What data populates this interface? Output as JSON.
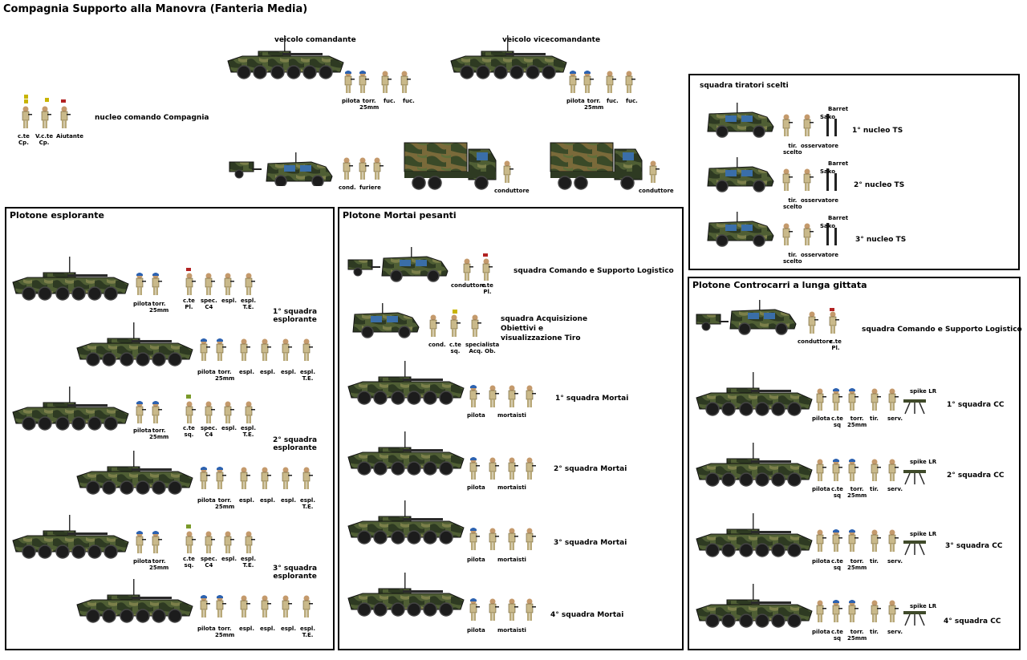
{
  "title": "Compagnia Supporto alla Manovra (Fanteria Media)",
  "colors": {
    "camo_dark": "#2e3a22",
    "camo_mid": "#4f5e34",
    "camo_light": "#7b7f4a",
    "wheel": "#1c1c1c",
    "beret": "#2d62b0",
    "sand": "#c9b98a",
    "rank_red": "#b22222",
    "rank_gold": "#c8b400",
    "rank_green": "#7a9a2a"
  },
  "hq": {
    "label": "nucleo comando Compagnia",
    "cte": "c.te\nCp.",
    "vcte": "V.c.te\nCp.",
    "aiutante": "Aiutante",
    "cmd_vehicle": "veicolo comandante",
    "vice_vehicle": "veicolo vicecomandante",
    "crew": [
      "pilota",
      "torr.\n25mm",
      "fuc.",
      "fuc."
    ],
    "cond": "cond.",
    "furiere": "furiere",
    "conduttore": "conduttore"
  },
  "tiratori": {
    "title": "squadra tiratori scelti",
    "barret": "Barret",
    "sako": "Sako",
    "tir": "tir.\nscelto",
    "oss": "osservatore",
    "nuclei": [
      "1° nucleo TS",
      "2° nucleo TS",
      "3° nucleo TS"
    ]
  },
  "esplorante": {
    "title": "Plotone esplorante",
    "crew": [
      "pilota",
      "torr.\n25mm"
    ],
    "first": [
      "c.te\nPl.",
      "spec.\nC4",
      "espl.",
      "espl.\nT.E."
    ],
    "sq": [
      "c.te\nsq.",
      "spec.\nC4",
      "espl.",
      "espl.\nT.E."
    ],
    "dismount": [
      "espl.",
      "espl.",
      "espl.",
      "espl.\nT.E."
    ],
    "squadre": [
      "1° squadra\nesplorante",
      "2° squadra\nesplorante",
      "3° squadra\nesplorante"
    ]
  },
  "mortai": {
    "title": "Plotone Mortai pesanti",
    "cmd": "squadra Comando e Supporto Logistico",
    "cmd_roles": [
      "conduttore",
      "c.te\nPl."
    ],
    "acq": "squadra Acquisizione\nObiettivi e\nvisualizzazione Tiro",
    "acq_roles": [
      "cond.",
      "c.te\nsq.",
      "specialista\nAcq. Ob."
    ],
    "pilota": "pilota",
    "mortaisti": "mortaisti",
    "squadre": [
      "1° squadra Mortai",
      "2° squadra Mortai",
      "3° squadra Mortai",
      "4° squadra Mortai"
    ]
  },
  "controcarri": {
    "title": "Plotone Controcarri a lunga gittata",
    "cmd": "squadra Comando e Supporto Logistico",
    "cmd_roles": [
      "conduttore",
      "c.te\nPl."
    ],
    "spike": "spike LR",
    "crew": [
      "pilota",
      "c.te\nsq",
      "torr.\n25mm",
      "tir.",
      "serv."
    ],
    "squadre": [
      "1° squadra CC",
      "2° squadra CC",
      "3° squadra CC",
      "4° squadra CC"
    ]
  }
}
